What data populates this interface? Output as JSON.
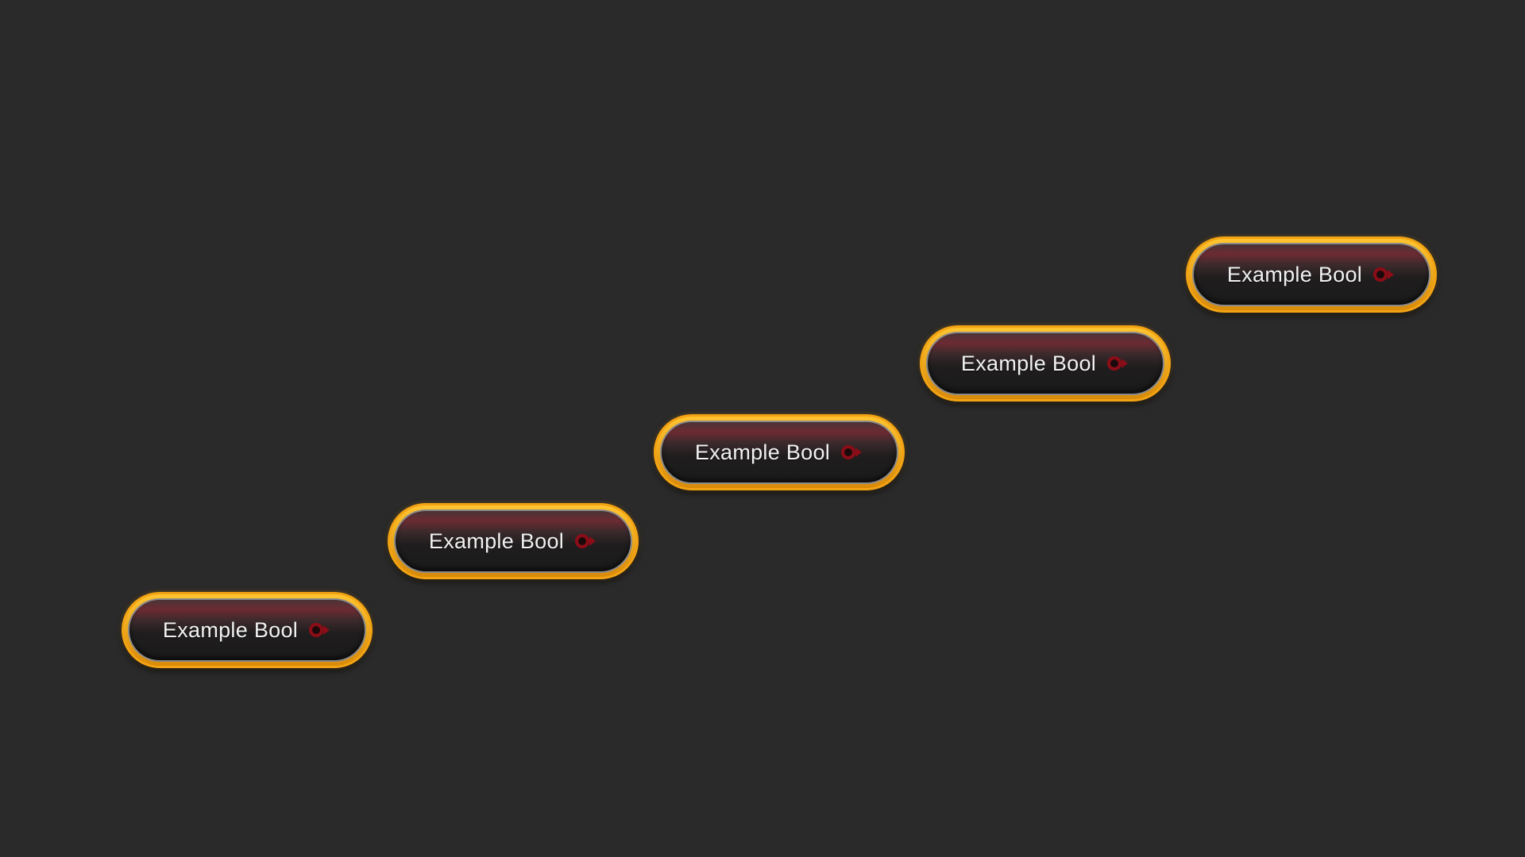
{
  "colors": {
    "background": "#2a2a2a",
    "node_border": "#f2a313",
    "node_fill_top": "#6c2b32",
    "node_fill_bottom": "#1b1b1b",
    "pin_color": "#8b0d17",
    "label_color": "#f2f2f2"
  },
  "nodes": [
    {
      "label": "Example Bool",
      "pin_icon": "bool-pin-icon"
    },
    {
      "label": "Example Bool",
      "pin_icon": "bool-pin-icon"
    },
    {
      "label": "Example Bool",
      "pin_icon": "bool-pin-icon"
    },
    {
      "label": "Example Bool",
      "pin_icon": "bool-pin-icon"
    },
    {
      "label": "Example Bool",
      "pin_icon": "bool-pin-icon"
    }
  ]
}
